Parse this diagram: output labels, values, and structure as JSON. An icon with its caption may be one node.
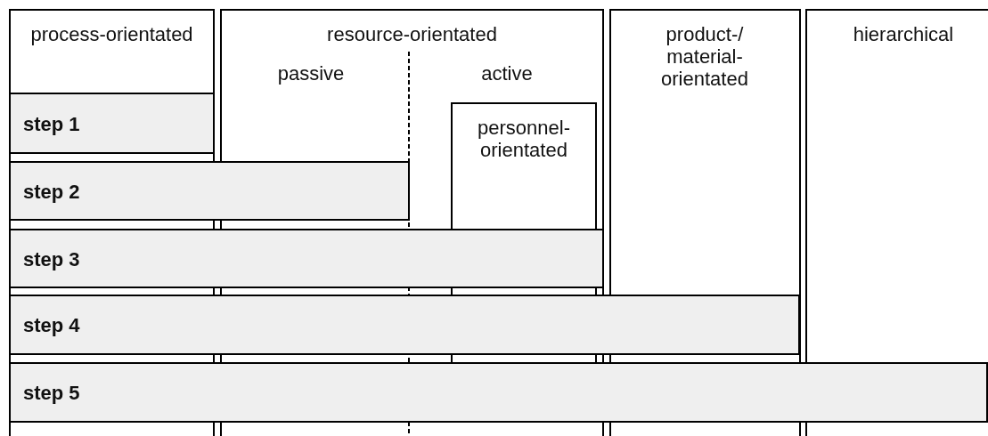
{
  "diagram": {
    "nodes": [
      {
        "text": [
          "process-orientated"
        ]
      },
      {
        "text": [
          "resource-orientated",
          "passive",
          "active"
        ]
      },
      {
        "text": [
          "personnel-orientated"
        ],
        "in": 1
      },
      {
        "text": [
          "product-/ material-orientated"
        ]
      },
      {
        "text": [
          "hierarchical"
        ]
      },
      {
        "text": [
          "step 1"
        ]
      },
      {
        "text": [
          "step 2"
        ]
      },
      {
        "text": [
          "step 3"
        ]
      },
      {
        "text": [
          "step 4"
        ]
      },
      {
        "text": [
          "step 5"
        ]
      }
    ],
    "edges": []
  }
}
